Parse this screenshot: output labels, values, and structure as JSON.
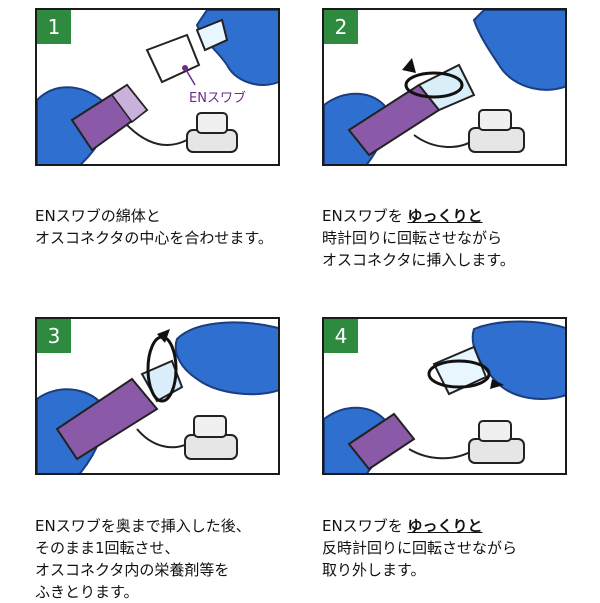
{
  "steps": [
    {
      "number": "1",
      "label": "ENスワブ",
      "lines": [
        "ENスワブの綿体と",
        "オスコネクタの中心を合わせます。"
      ]
    },
    {
      "number": "2",
      "line1_prefix": "ENスワブを",
      "line1_emph": "ゆっくりと",
      "lines": [
        "時計回りに回転させながら",
        "オスコネクタに挿入します。"
      ]
    },
    {
      "number": "3",
      "lines": [
        "ENスワブを奥まで挿入した後、",
        "そのまま1回転させ、",
        "オスコネクタ内の栄養剤等を",
        "ふきとります。"
      ]
    },
    {
      "number": "4",
      "line1_prefix": "ENスワブを",
      "line1_emph": "ゆっくりと",
      "lines": [
        "反時計回りに回転させながら",
        "取り外します。"
      ]
    }
  ],
  "colors": {
    "step_badge": "#2e8a3e",
    "glove": "#2f6fcf",
    "tube_purple": "#8a5aa8",
    "swab": "#d9eef8",
    "cap": "#e6e6e6"
  }
}
